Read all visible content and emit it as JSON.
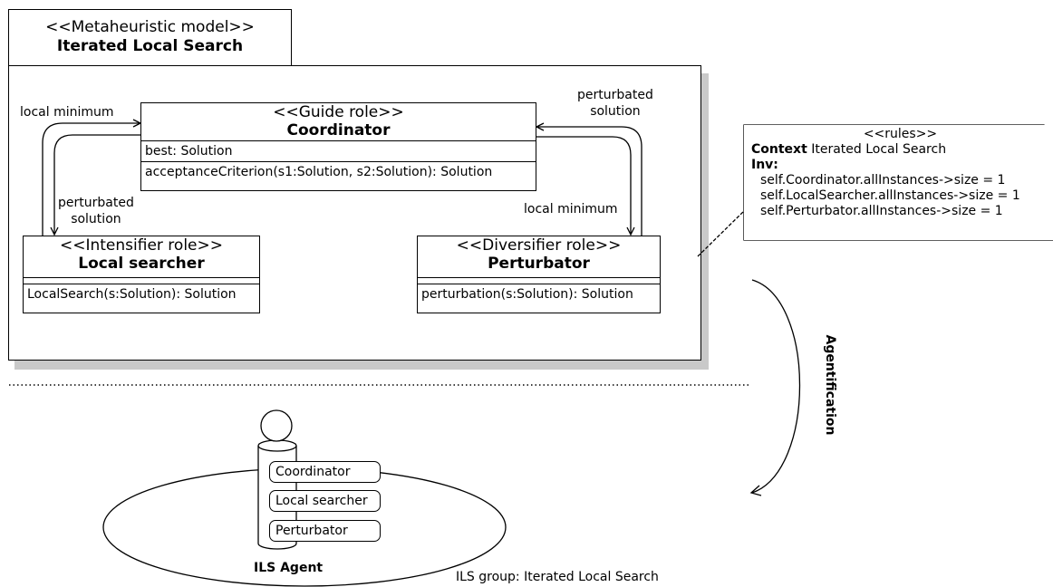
{
  "package": {
    "stereotype": "<<Metaheuristic model>>",
    "name": "Iterated Local Search"
  },
  "classes": {
    "coordinator": {
      "stereotype": "<<Guide role>>",
      "name": "Coordinator",
      "attribute": "best: Solution",
      "operation": "acceptanceCriterion(s1:Solution, s2:Solution): Solution"
    },
    "local_searcher": {
      "stereotype": "<<Intensifier role>>",
      "name": "Local searcher",
      "operation": "LocalSearch(s:Solution): Solution"
    },
    "perturbator": {
      "stereotype": "<<Diversifier role>>",
      "name": "Perturbator",
      "operation": "perturbation(s:Solution): Solution"
    }
  },
  "edge_labels": {
    "left_top": "local minimum",
    "left_bottom_1": "perturbated",
    "left_bottom_2": "solution",
    "right_top_1": "perturbated",
    "right_top_2": "solution",
    "right_bottom": "local minimum"
  },
  "rules_note": {
    "title": "<<rules>>",
    "context_keyword": "Context",
    "context_value": " Iterated Local Search",
    "inv": "Inv:",
    "lines": [
      "self.Coordinator.allInstances->size = 1",
      "self.LocalSearcher.allInstances->size  = 1",
      "self.Perturbator.allInstances->size = 1"
    ]
  },
  "transformation": {
    "label": "Agentification"
  },
  "agent": {
    "roles": [
      "Coordinator",
      "Local searcher",
      "Perturbator"
    ],
    "name": "ILS Agent",
    "group_label": "ILS group: Iterated Local Search"
  }
}
